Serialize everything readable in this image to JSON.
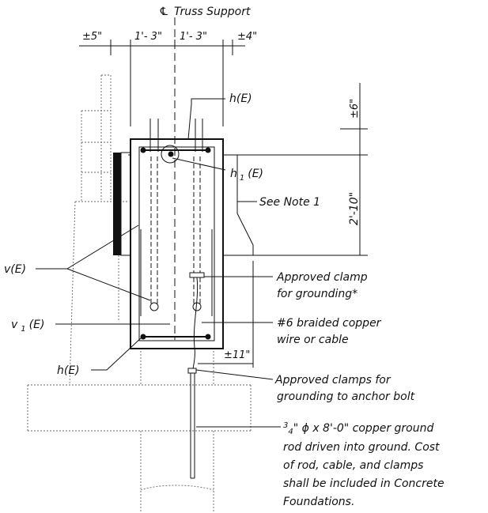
{
  "labels": {
    "cl_prefix": "℄",
    "truss_support": "Truss Support",
    "dim_left_out": "±5\"",
    "dim_left_in": "1'- 3\"",
    "dim_right_in": "1'- 3\"",
    "dim_right_out": "±4\"",
    "dim_vert_top": "±6\"",
    "dim_vert_main": "2'-10\"",
    "dim_bottom": "±11\"",
    "h_e_top": "h(E)",
    "h1_e_main": "h",
    "h1_e_sub": "1",
    "h1_e_tail": "(E)",
    "see_note": "See Note 1",
    "v_e": "v(E)",
    "v1_main": "v",
    "v1_sub": "1",
    "v1_tail": "(E)",
    "h_e_bottom": "h(E)",
    "clamp_line1": "Approved clamp",
    "clamp_line2": "for grounding*",
    "wire_line1": "#6 braided copper",
    "wire_line2": "wire or cable",
    "anchor_line1": "Approved clamps for",
    "anchor_line2": "grounding to anchor bolt",
    "rod_frac_num": "3",
    "rod_frac_den": "4",
    "rod_line1_rest": "\" ϕ x 8'-0\" copper ground",
    "rod_line2": "rod driven into ground.  Cost",
    "rod_line3": "of rod, cable, and clamps",
    "rod_line4": "shall be included in Concrete",
    "rod_line5": "Foundations."
  },
  "colors": {
    "ink": "#111111",
    "hidden_lines": "#666666",
    "background": "#ffffff"
  }
}
